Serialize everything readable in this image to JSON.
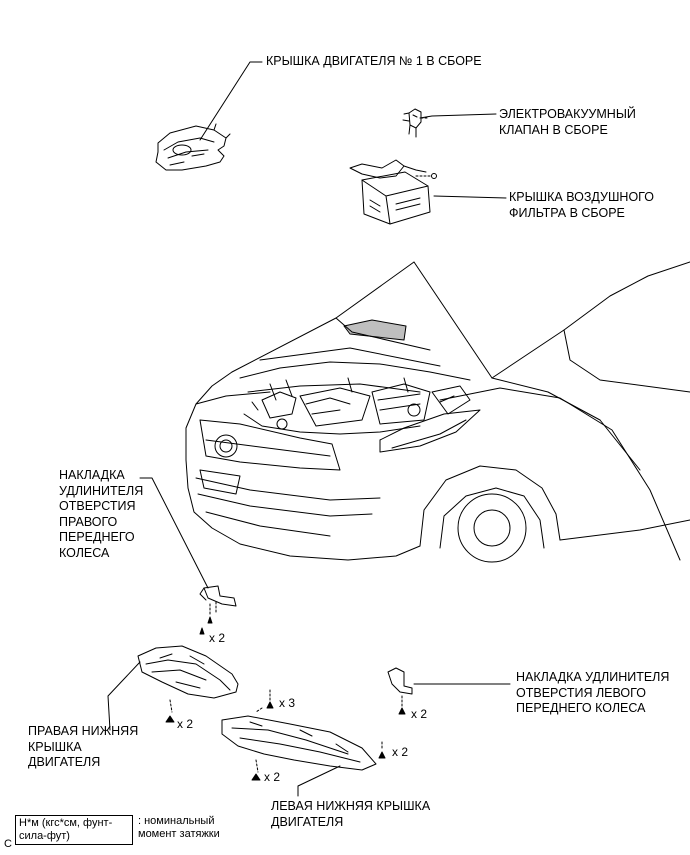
{
  "labels": {
    "engine_cover": "КРЫШКА ДВИГАТЕЛЯ № 1 В СБОРЕ",
    "vacuum_valve": "ЭЛЕКТРОВАКУУМНЫЙ\nКЛАПАН В СБОРЕ",
    "air_filter_cover": "КРЫШКА ВОЗДУШНОГО\nФИЛЬТРА В СБОРЕ",
    "right_wheel_cover": "НАКЛАДКА\nУДЛИНИТЕЛЯ\nОТВЕРСТИЯ\nПРАВОГО\nПЕРЕДНЕГО\nКОЛЕСА",
    "left_wheel_cover": "НАКЛАДКА УДЛИНИТЕЛЯ\nОТВЕРСТИЯ ЛЕВОГО\nПЕРЕДНЕГО КОЛЕСА",
    "right_under_cover": "ПРАВАЯ НИЖНЯЯ\nКРЫШКА\nДВИГАТЕЛЯ",
    "left_under_cover": "ЛЕВАЯ НИЖНЯЯ КРЫШКА\nДВИГАТЕЛЯ"
  },
  "quantities": {
    "right_wheel_clips": "x 2",
    "right_under_front": "x 2",
    "center_clips": "x 3",
    "left_wheel_clips": "x 2",
    "left_under_side": "x 2",
    "left_under_front": "x 2"
  },
  "legend": {
    "box_text": "Н*м (кгс*см, фунт-\nсила-фут)",
    "description": ": номинальный\nмомент затяжки"
  },
  "corner_mark": "C"
}
